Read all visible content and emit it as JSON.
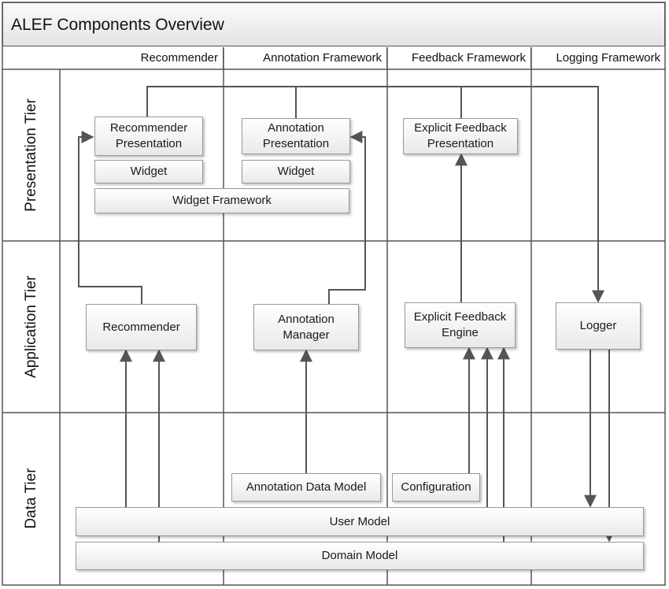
{
  "title": "ALEF Components Overview",
  "columns": [
    "Recommender",
    "Annotation Framework",
    "Feedback Framework",
    "Logging Framework"
  ],
  "tiers": [
    "Presentation Tier",
    "Application Tier",
    "Data Tier"
  ],
  "components": {
    "recommender_presentation": "Recommender Presentation",
    "widget_1": "Widget",
    "annotation_presentation": "Annotation Presentation",
    "widget_2": "Widget",
    "widget_framework": "Widget Framework",
    "explicit_feedback_presentation": "Explicit Feedback Presentation",
    "recommender": "Recommender",
    "annotation_manager": "Annotation Manager",
    "explicit_feedback_engine": "Explicit Feedback Engine",
    "logger": "Logger",
    "annotation_data_model": "Annotation Data Model",
    "configuration": "Configuration",
    "user_model": "User Model",
    "domain_model": "Domain Model"
  },
  "colors": {
    "line": "#555555",
    "box_border": "#999999",
    "header_top": "#fbfbfb",
    "header_bottom": "#e4e4e4"
  }
}
